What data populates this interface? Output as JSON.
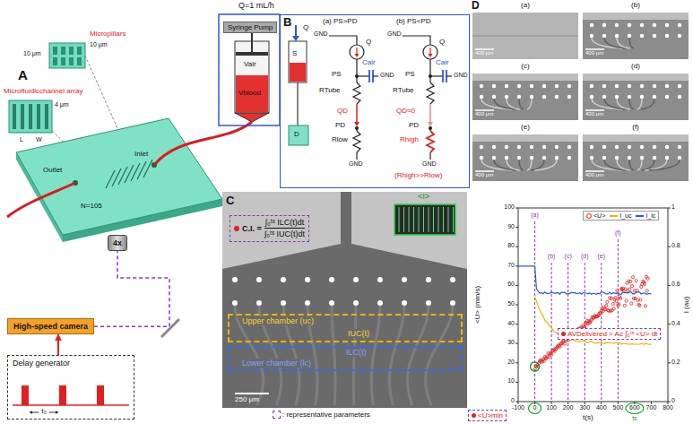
{
  "diagram": {
    "nodes": [
      {
        "text": [
          "Syringe Pump"
        ]
      },
      {
        "text": [
          "B"
        ]
      },
      {
        "text": [
          "4x"
        ]
      },
      {
        "text": [
          "High-speed camera"
        ]
      },
      {
        "text": [
          "Delay generator"
        ]
      },
      {
        "text": [
          "C.I. =",
          "∫₀ᵗˢ ILC(t)dt",
          "∫₀ᵗˢ IUC(t)dt"
        ]
      },
      {
        "text": [
          "Upper chamber (uc)",
          "IUC(t)"
        ]
      },
      {
        "text": [
          "ILC(t)",
          "Lower chamber (lc)"
        ]
      },
      {
        "text": [
          "<U>min"
        ]
      },
      {
        "text": [
          "AVDelivered = Ac ∫₀ᵗˢ <U> dt"
        ]
      }
    ],
    "edges": [
      {
        "from": 4,
        "to": 3,
        "arrow": "to"
      },
      {
        "from": 3,
        "to": 2,
        "arrow": "none"
      }
    ],
    "labels": [
      "A",
      "Q=1 mL/h",
      "Micropillars",
      "10 μm",
      "10 μm",
      "Microfluidicchannel array",
      "L",
      "W",
      "4 μm",
      "Vair",
      "Vblood",
      "Inlet",
      "Outlet",
      "N=105",
      "t₀",
      "Q",
      "S",
      "D",
      "(a) PS>PD",
      "GND",
      "Q",
      "PS",
      "Cair",
      "GND",
      "RTube",
      "QD",
      "PD",
      "Rlow",
      "GND",
      "(b) PS<PD",
      "GND",
      "Q",
      "PS",
      "Cair",
      "GND",
      "RTube",
      "QD≈0",
      "PD",
      "Rhigh",
      "GND",
      "(Rhigh>>Rlow)",
      "C",
      "<I>",
      "250 μm",
      "D",
      "(a)",
      "(b)",
      "(c)",
      "(d)",
      "(e)",
      "(f)",
      "400 μm",
      "400 μm",
      "400 μm",
      "400 μm",
      "400 μm",
      "400 μm",
      "<U> (mm/s)",
      "I (au)",
      "t(s)",
      "0",
      "10",
      "20",
      "30",
      "40",
      "50",
      "60",
      "70",
      "80",
      "90",
      "100",
      "0",
      "0.2",
      "0.4",
      "0.6",
      "0.8",
      "1",
      "-100",
      "0",
      "100",
      "200",
      "300",
      "400",
      "500",
      "600",
      "700",
      "800",
      "(a)",
      "(b)",
      "(c)",
      "(d)",
      "(e)",
      "(f)",
      "ts"
    ],
    "legend": [
      {
        "text": ": representative parameters"
      },
      {
        "text": "<U>"
      },
      {
        "text": "I_uc"
      },
      {
        "text": "I_lc"
      }
    ]
  }
}
